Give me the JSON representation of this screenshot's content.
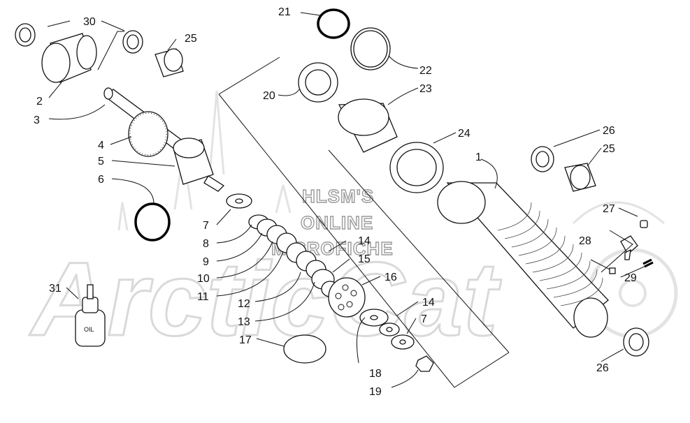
{
  "watermark": {
    "lines": [
      "HLSM'S",
      "ONLINE",
      "MICROFICHE"
    ],
    "brand": "ArcticCat"
  },
  "oil_label": "OIL",
  "callouts": [
    {
      "id": "c30",
      "text": "30"
    },
    {
      "id": "c25a",
      "text": "25"
    },
    {
      "id": "c2",
      "text": "2"
    },
    {
      "id": "c3",
      "text": "3"
    },
    {
      "id": "c4",
      "text": "4"
    },
    {
      "id": "c5",
      "text": "5"
    },
    {
      "id": "c6",
      "text": "6"
    },
    {
      "id": "c7a",
      "text": "7"
    },
    {
      "id": "c8",
      "text": "8"
    },
    {
      "id": "c9",
      "text": "9"
    },
    {
      "id": "c10",
      "text": "10"
    },
    {
      "id": "c11",
      "text": "11"
    },
    {
      "id": "c12",
      "text": "12"
    },
    {
      "id": "c13",
      "text": "13"
    },
    {
      "id": "c14a",
      "text": "14"
    },
    {
      "id": "c15",
      "text": "15"
    },
    {
      "id": "c16",
      "text": "16"
    },
    {
      "id": "c14b",
      "text": "14"
    },
    {
      "id": "c7b",
      "text": "7"
    },
    {
      "id": "c17",
      "text": "17"
    },
    {
      "id": "c18",
      "text": "18"
    },
    {
      "id": "c19",
      "text": "19"
    },
    {
      "id": "c21",
      "text": "21"
    },
    {
      "id": "c22",
      "text": "22"
    },
    {
      "id": "c20",
      "text": "20"
    },
    {
      "id": "c23",
      "text": "23"
    },
    {
      "id": "c24",
      "text": "24"
    },
    {
      "id": "c1",
      "text": "1"
    },
    {
      "id": "c26a",
      "text": "26"
    },
    {
      "id": "c25b",
      "text": "25"
    },
    {
      "id": "c27",
      "text": "27"
    },
    {
      "id": "c28",
      "text": "28"
    },
    {
      "id": "c29",
      "text": "29"
    },
    {
      "id": "c31",
      "text": "31"
    },
    {
      "id": "c26b",
      "text": "26"
    }
  ]
}
